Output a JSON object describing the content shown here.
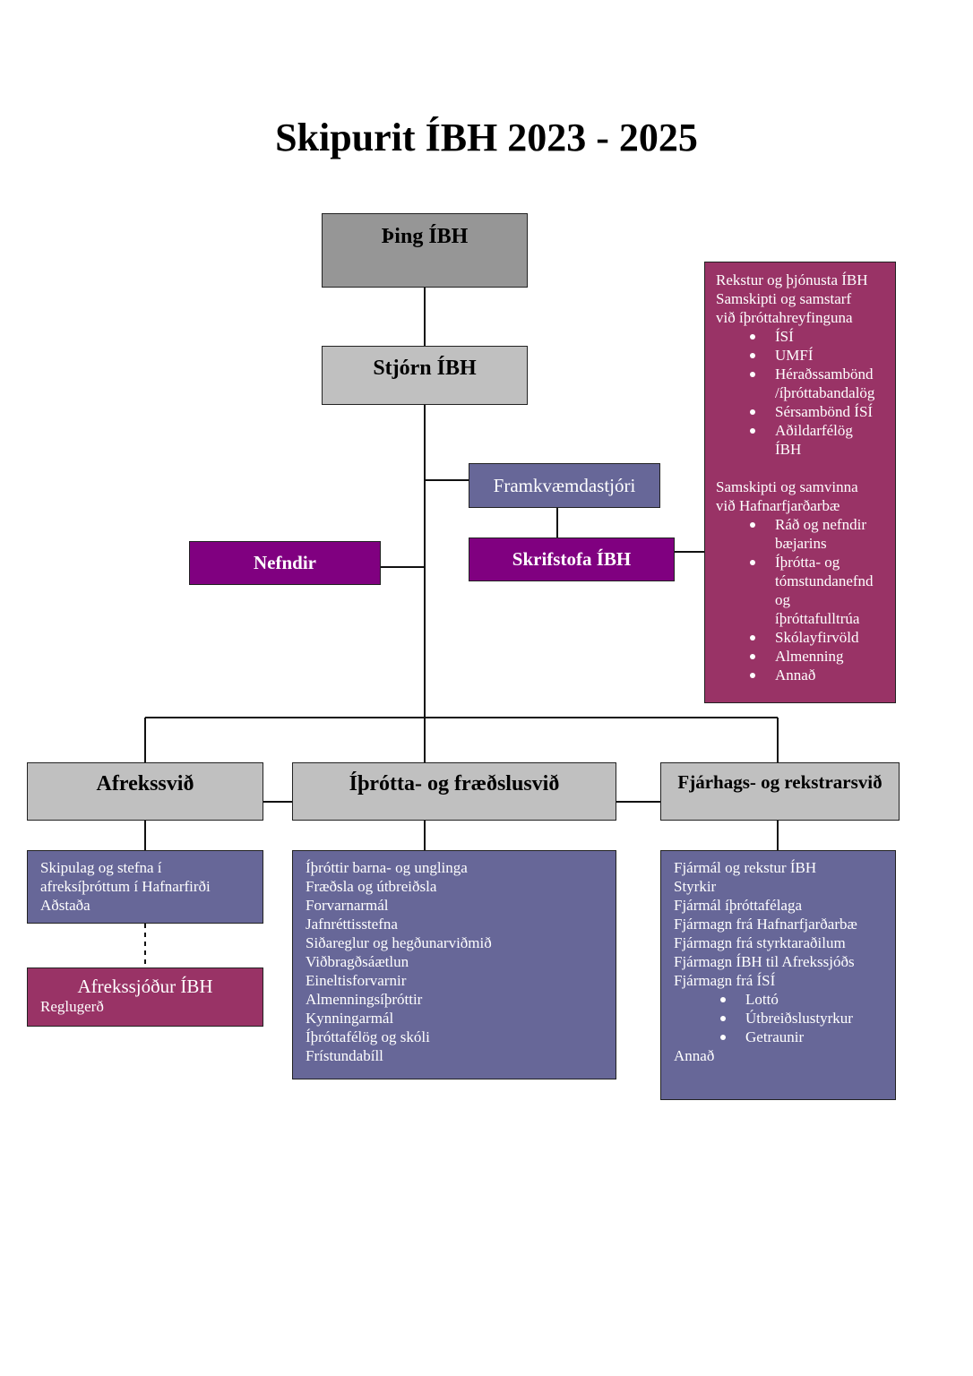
{
  "title": "Skipurit ÍBH 2023 - 2025",
  "colors": {
    "gray_dark": "#969696",
    "gray_light": "#c0c0c0",
    "slate": "#676798",
    "purple": "#800080",
    "plum": "#993366"
  },
  "nodes": {
    "thing": "Þing ÍBH",
    "stjorn": "Stjórn ÍBH",
    "framkvaemdastjori": "Framkvæmdastjóri",
    "skrifstofa": "Skrifstofa ÍBH",
    "nefndir": "Nefndir",
    "afrekssvid": "Afrekssvið",
    "ithrotta_fraedslusvid": "Íþrótta- og fræðslusvið",
    "fjarhags_rekstrarsvid": "Fjárhags- og rekstrarsvið"
  },
  "rekstur_panel": {
    "intro": [
      "Rekstur og þjónusta ÍBH",
      "Samskipti og samstarf",
      "við íþróttahreyfinguna"
    ],
    "bullets1": [
      "ÍSÍ",
      "UMFÍ",
      "Héraðssambönd\n/íþróttabandalög",
      "Sérsambönd ÍSÍ",
      "Aðildarfélög\nÍBH"
    ],
    "intro2": [
      "Samskipti og samvinna",
      "við Hafnarfjarðarbæ"
    ],
    "bullets2": [
      "Ráð og nefndir\nbæjarins",
      "Íþrótta- og\ntómstundanefnd\nog\níþróttafulltrúa",
      "Skólayfirvöld",
      "Almenning",
      "Annað"
    ]
  },
  "afrek_detail": [
    "Skipulag og stefna í",
    "afreksíþróttum í Hafnarfirði",
    "Aðstaða"
  ],
  "afrekssjodur": {
    "title": "Afrekssjóður ÍBH",
    "sub": "Reglugerð"
  },
  "ithrotta_detail": [
    "Íþróttir barna- og unglinga",
    "Fræðsla og útbreiðsla",
    "Forvarnarmál",
    "Jafnréttisstefna",
    "Siðareglur og hegðunarviðmið",
    "Viðbragðsáætlun",
    "Eineltisforvarnir",
    "Almenningsíþróttir",
    "Kynningarmál",
    "Íþróttafélög og skóli",
    "Frístundabíll"
  ],
  "fjarhags_detail": {
    "lines": [
      "Fjármál og rekstur ÍBH",
      "Styrkir",
      "Fjármál íþróttafélaga",
      "Fjármagn frá Hafnarfjarðarbæ",
      "Fjármagn frá styrktaraðilum",
      "Fjármagn ÍBH til Afrekssjóðs",
      "Fjármagn frá ÍSÍ"
    ],
    "bullets": [
      "Lottó",
      "Útbreiðslustyrkur",
      "Getraunir"
    ],
    "last": "Annað"
  }
}
